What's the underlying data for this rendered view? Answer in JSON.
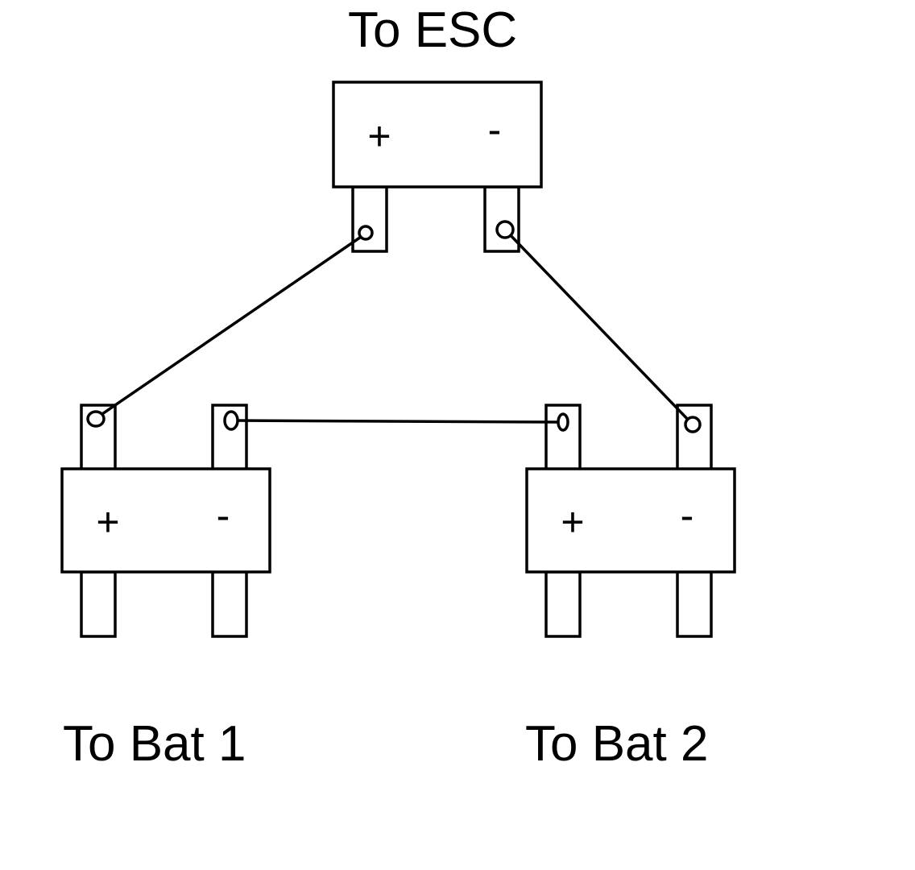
{
  "labels": {
    "esc": "To ESC",
    "bat1": "To Bat 1",
    "bat2": "To Bat 2"
  },
  "connectors": {
    "esc": {
      "plus": "+",
      "minus": "-"
    },
    "bat1": {
      "plus": "+",
      "minus": "-"
    },
    "bat2": {
      "plus": "+",
      "minus": "-"
    }
  },
  "colors": {
    "line": "#000000",
    "background": "#ffffff"
  }
}
